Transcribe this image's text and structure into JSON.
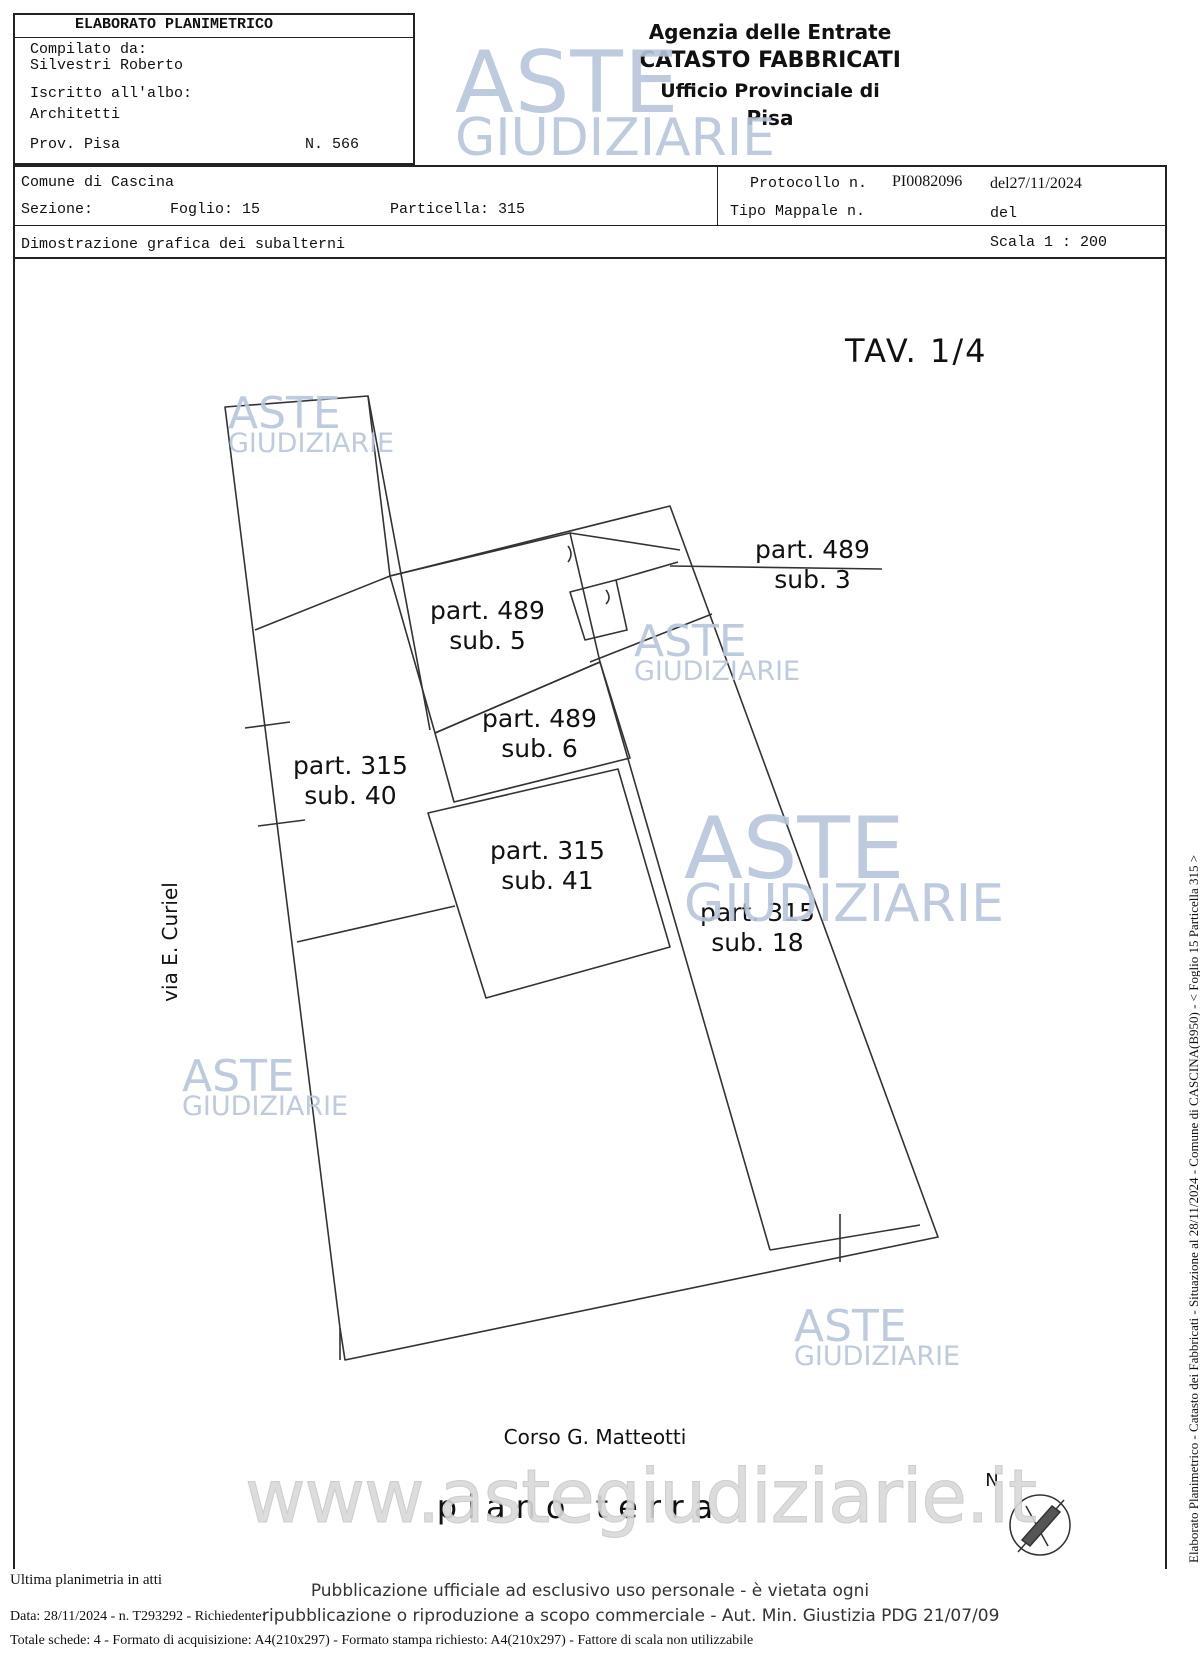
{
  "header": {
    "title": "ELABORATO PLANIMETRICO",
    "compiled_label": "Compilato da:",
    "compiled_name": "Silvestri Roberto",
    "registered_label": "Iscritto all'albo:",
    "registered_value": "Architetti",
    "province": "Prov. Pisa",
    "number": "N. 566"
  },
  "agency": {
    "line1": "Agenzia delle Entrate",
    "line2": "CATASTO FABBRICATI",
    "line3": "Ufficio Provinciale di",
    "line4": "Pisa"
  },
  "info": {
    "comune": "Comune di Cascina",
    "sezione": "Sezione:",
    "foglio": "Foglio: 15",
    "particella": "Particella: 315",
    "protocollo_label": "Protocollo n.",
    "protocollo_value": "PI0082096",
    "protocollo_date": "del27/11/2024",
    "tipo_mappale": "Tipo Mappale n.",
    "tipo_del": "del",
    "dimostrazione": "Dimostrazione grafica dei subalterni",
    "scala": "Scala 1 : 200"
  },
  "plan": {
    "tav": "TAV. 1/4",
    "labels": {
      "p489s3": [
        "part. 489",
        "sub. 3"
      ],
      "p489s5": [
        "part. 489",
        "sub. 5"
      ],
      "p489s6": [
        "part. 489",
        "sub. 6"
      ],
      "p315s40": [
        "part. 315",
        "sub. 40"
      ],
      "p315s41": [
        "part. 315",
        "sub. 41"
      ],
      "p315s18": [
        "part. 315",
        "sub. 18"
      ]
    },
    "street_west": "via E. Curiel",
    "street_south": "Corso G. Matteotti",
    "floor": "piano terra",
    "north": "N"
  },
  "watermark": {
    "word1": "ASTE",
    "word2": "GIUDIZIARIE",
    "site": "www.astegiudiziarie.it"
  },
  "side_text": "Elaborato Planimetrico - Catasto dei Fabbricati - Situazione al 28/11/2024 - Comune di CASCINA(B950) - < Foglio 15 Particella 315 >",
  "footer": {
    "last_plan": "Ultima planimetria in atti",
    "publication_1": "Pubblicazione ufficiale ad esclusivo uso personale - è vietata ogni",
    "publication_2": "ripubblicazione o riproduzione a scopo commerciale - Aut. Min. Giustizia PDG 21/07/09",
    "data_line": "Data: 28/11/2024 - n. T293292 - Richiedente: ",
    "totale_line": "Totale schede: 4 - Formato di acquisizione: A4(210x297)  - Formato stampa richiesto: A4(210x297) - Fattore di scala non utilizzabile"
  }
}
